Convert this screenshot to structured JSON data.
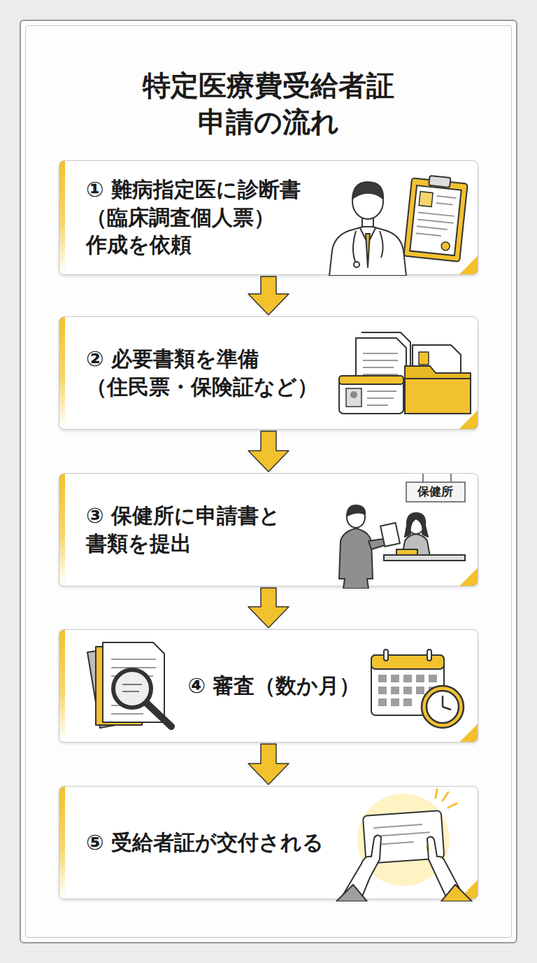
{
  "diagram": {
    "title": "特定医療費受給者証 申請の流れ",
    "nodes": [
      {
        "text": [
          "① 難病指定医に診断書 （臨床調査個人票） 作成を依頼"
        ]
      },
      {
        "text": [
          "② 必要書類を準備 （住民票・保険証など）"
        ]
      },
      {
        "text": [
          "③ 保健所に申請書と 書類を提出"
        ]
      },
      {
        "text": [
          "④ 審査（数か月）"
        ]
      },
      {
        "text": [
          "⑤ 受給者証が交付される"
        ]
      }
    ],
    "edges": [
      {
        "from": 0,
        "to": 1,
        "arrow": "to"
      },
      {
        "from": 1,
        "to": 2,
        "arrow": "to"
      },
      {
        "from": 2,
        "to": 3,
        "arrow": "to"
      },
      {
        "from": 3,
        "to": 4,
        "arrow": "to"
      }
    ],
    "labels": [
      "保健所"
    ]
  }
}
